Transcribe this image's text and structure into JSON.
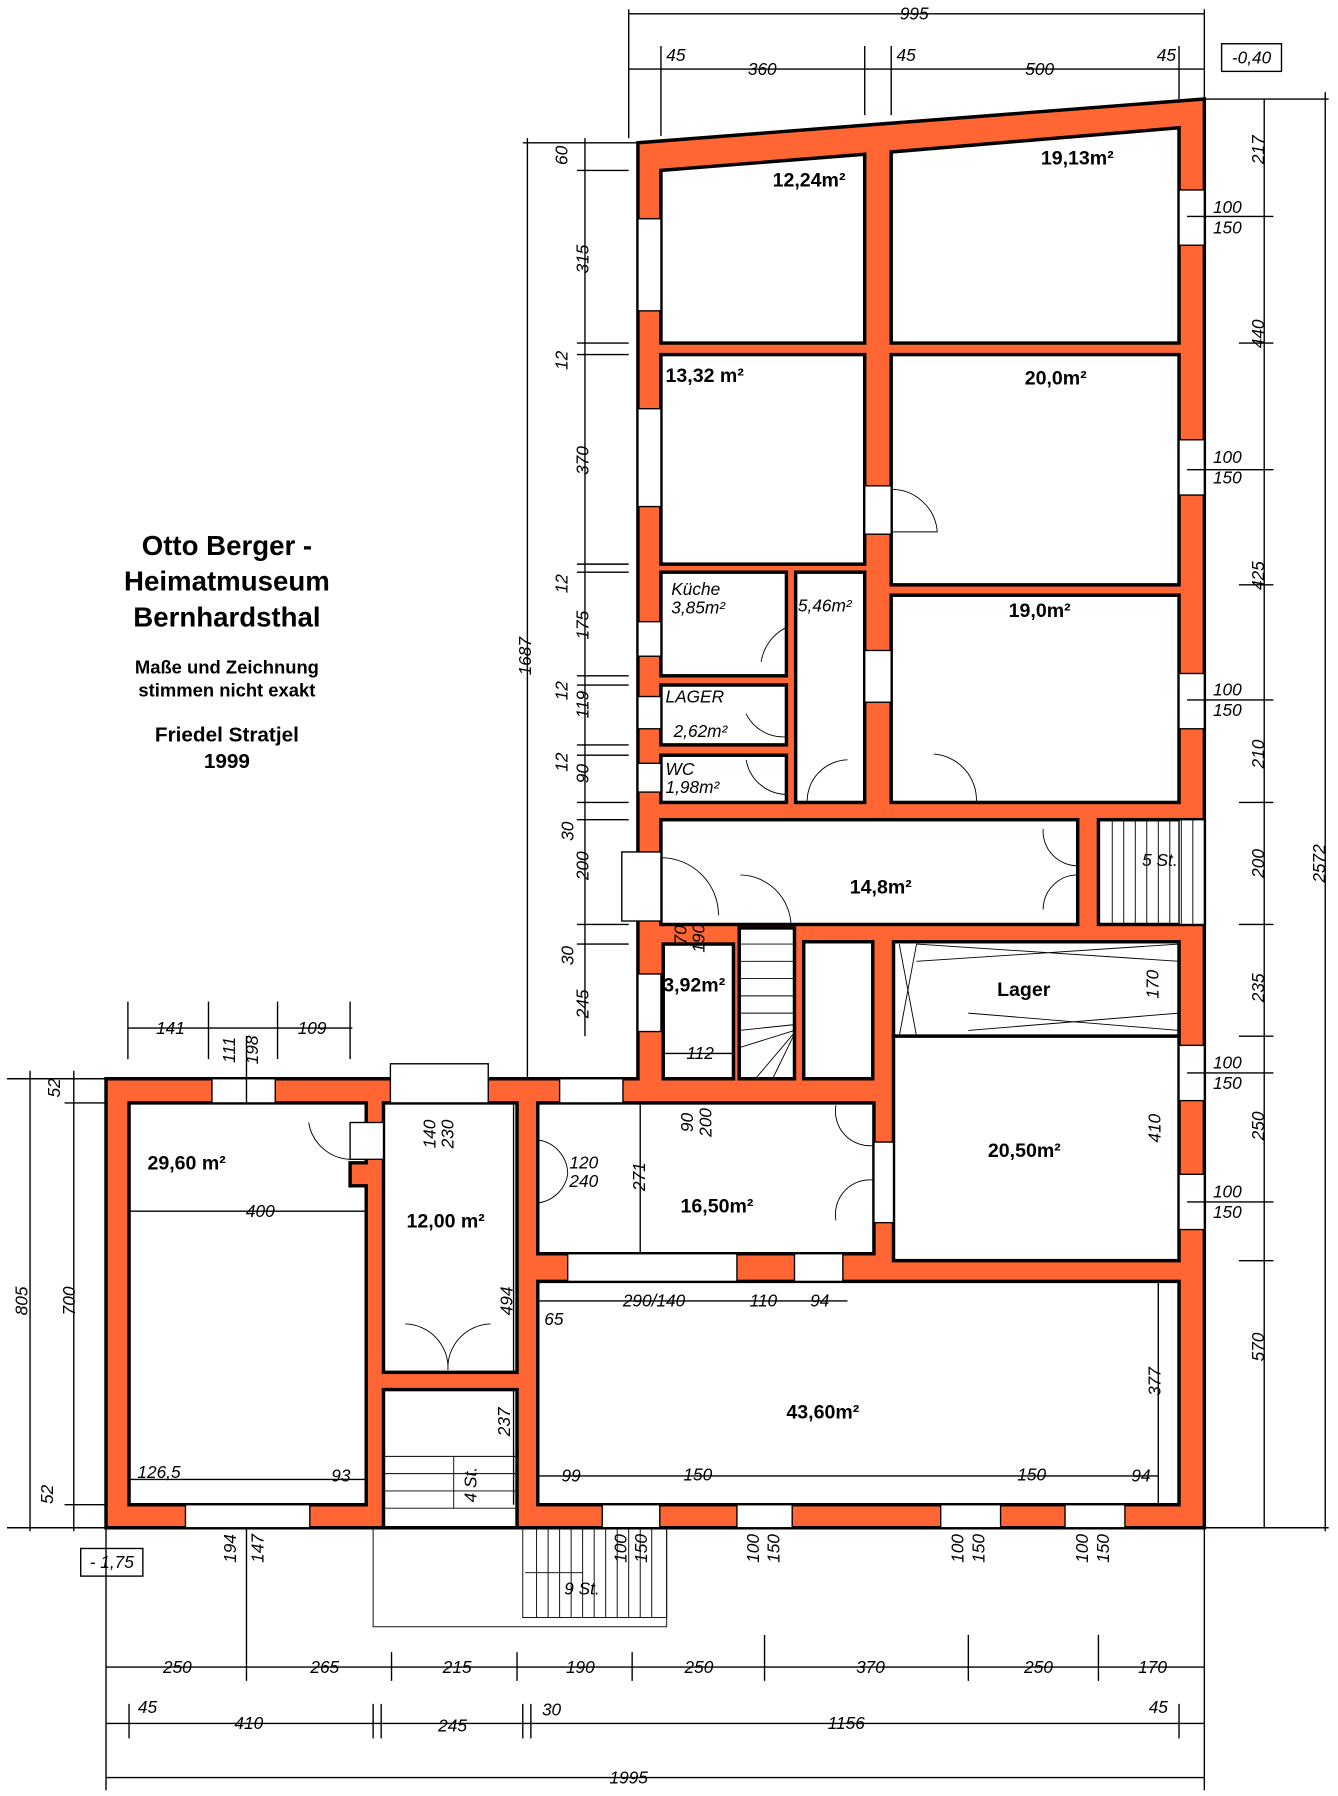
{
  "title": {
    "line1": "Otto Berger -",
    "line2": "Heimatmuseum",
    "line3": "Bernhardsthal"
  },
  "note": {
    "line1": "Maße und Zeichnung",
    "line2": "stimmen nicht exakt"
  },
  "author": {
    "name": "Friedel Stratjel",
    "year": "1999"
  },
  "levels": {
    "upper": "-0,40",
    "lower": "- 1,75"
  },
  "rooms": {
    "r1": "12,24m²",
    "r2": "19,13m²",
    "r3": "13,32 m²",
    "r4": "20,0m²",
    "kueche_name": "Küche",
    "kueche_area": "3,85m²",
    "corridor": "5,46m²",
    "lager_name": "LAGER",
    "lager_area": "2,62m²",
    "wc_name": "WC",
    "wc_area": "1,98m²",
    "r5": "19,0m²",
    "hall": "14,8m²",
    "small": "3,92m²",
    "lager2": "Lager",
    "r6": "20,50m²",
    "r7": "16,50m²",
    "r8": "29,60 m²",
    "r9": "12,00 m²",
    "r10": "43,60m²"
  },
  "stairs": {
    "s5": "5 St.",
    "s4": "4 St.",
    "s9": "9 St."
  },
  "dims": [
    "995",
    "45",
    "360",
    "45",
    "500",
    "45",
    "217",
    "440",
    "425",
    "210",
    "200",
    "235",
    "250",
    "570",
    "2572",
    "100",
    "150",
    "100",
    "150",
    "100",
    "150",
    "100",
    "150",
    "100",
    "150",
    "60",
    "315",
    "12",
    "370",
    "12",
    "175",
    "12",
    "119",
    "12",
    "90",
    "30",
    "200",
    "30",
    "245",
    "1687",
    "70",
    "190",
    "112",
    "90",
    "200",
    "140",
    "230",
    "120",
    "240",
    "271",
    "290/140",
    "110",
    "94",
    "65",
    "494",
    "237",
    "377",
    "410",
    "170",
    "99",
    "150",
    "150",
    "94",
    "126,5",
    "93",
    "400",
    "141",
    "109",
    "111",
    "198",
    "52",
    "805",
    "700",
    "52",
    "194",
    "147",
    "100",
    "150",
    "100",
    "150",
    "100",
    "150",
    "100",
    "150",
    "250",
    "265",
    "215",
    "190",
    "250",
    "370",
    "250",
    "170",
    "45",
    "410",
    "245",
    "30",
    "1156",
    "45",
    "1995"
  ],
  "colors": {
    "wall": "#ff6633"
  }
}
